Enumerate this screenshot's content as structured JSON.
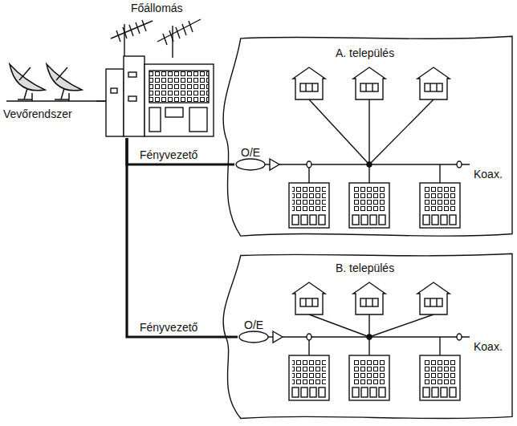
{
  "diagram": {
    "nodes": [
      {
        "text": [
          "Főállomás"
        ]
      },
      {
        "text": [
          "A. település"
        ]
      },
      {
        "text": [
          "O/E"
        ],
        "in": 1
      },
      {
        "text": [
          "B. település"
        ]
      },
      {
        "text": [
          "O/E"
        ],
        "in": 3
      }
    ],
    "edges": [
      {
        "from": 0,
        "to": 2,
        "arrow": "none",
        "label": "Fényvezető"
      },
      {
        "from": 0,
        "to": 4,
        "arrow": "none",
        "label": "Fényvezető"
      }
    ],
    "labels": [
      "Vevőrendszer",
      "Koax.",
      "Koax."
    ]
  }
}
